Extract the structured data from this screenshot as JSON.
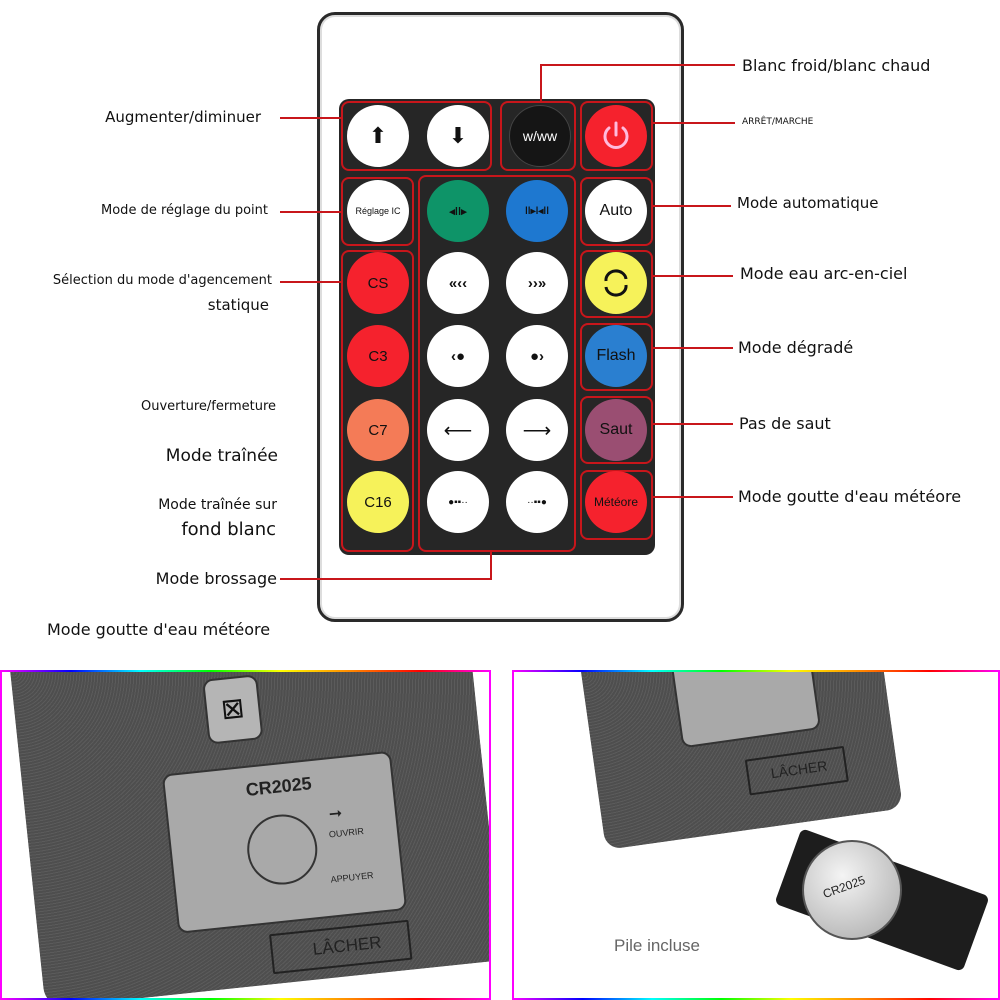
{
  "remote": {
    "buttons": {
      "up": "⬆",
      "down": "⬇",
      "wwww": "w/ww",
      "reglage": "Réglage IC",
      "cs": "CS",
      "c3": "C3",
      "c7": "C7",
      "c16": "C16",
      "auto": "Auto",
      "flash": "Flash",
      "saut": "Saut",
      "meteore": "Météore",
      "expand": "◂ǀǀ▸",
      "converge": "ǀǀ▸ǀ◂ǀǀ",
      "left_chevrons": "«‹‹",
      "right_chevrons": "››»",
      "left_dot": "‹●",
      "right_dot": "●›",
      "left_arrow": "⟵",
      "right_arrow": "⟶",
      "left_trail": "●▪▪··",
      "right_trail": "··▪▪●"
    },
    "colors": {
      "red": "#f5222d",
      "green": "#0e9468",
      "blue": "#1e78d0",
      "yellow": "#f6f25a",
      "orange": "#f47b57",
      "plum": "#9a4e72",
      "flash": "#2a7fd0",
      "outline": "#c8161b"
    }
  },
  "labels": {
    "left": {
      "augmenter": "Augmenter/diminuer",
      "reglage": "Mode de réglage du point",
      "selection_1": "Sélection du mode d'agencement",
      "selection_2": "statique",
      "ouverture": "Ouverture/fermeture",
      "trainee": "Mode traînée",
      "trainee_blanc_1": "Mode traînée sur",
      "trainee_blanc_2": "fond blanc",
      "brossage": "Mode brossage",
      "goutte": "Mode goutte d'eau météore"
    },
    "right": {
      "blanc": "Blanc froid/blanc chaud",
      "arret": "ARRÊT/MARCHE",
      "auto": "Mode automatique",
      "arc": "Mode eau arc-en-ciel",
      "degrade": "Mode dégradé",
      "saut": "Pas de saut",
      "goutte": "Mode goutte d'eau météore"
    }
  },
  "photos": {
    "battery_model": "CR2025",
    "ouvrir": "OUVRIR",
    "appuyer": "APPUYER",
    "lacher": "LÂCHER",
    "pile_incluse": "Pile incluse",
    "coin_text": "CR2025"
  }
}
